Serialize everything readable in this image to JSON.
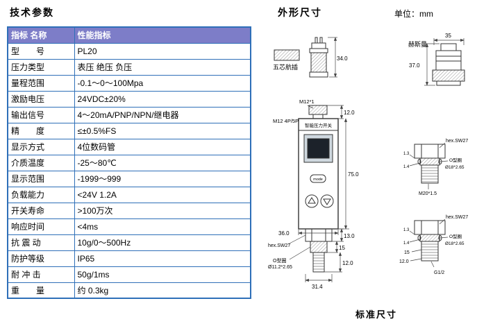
{
  "page": {
    "left_heading": "技术参数",
    "right_heading": "外形尺寸",
    "unit_label": "单位：mm",
    "caption": "标准尺寸"
  },
  "table": {
    "header": {
      "col1": "指标 名称",
      "col2": "性能指标"
    },
    "rows": [
      {
        "label": "型　　号",
        "value": "PL20"
      },
      {
        "label": "压力类型",
        "value": "表压   绝压  负压"
      },
      {
        "label": "量程范围",
        "value": "-0.1～0～100Mpa"
      },
      {
        "label": "激励电压",
        "value": "24VDC±20%"
      },
      {
        "label": "输出信号",
        "value": "4～20mA/PNP/NPN/继电器"
      },
      {
        "label": "精　　度",
        "value": "≤±0.5%FS"
      },
      {
        "label": "显示方式",
        "value": "4位数码管"
      },
      {
        "label": "介质温度",
        "value": "-25～80℃"
      },
      {
        "label": "显示范围",
        "value": "-1999～999"
      },
      {
        "label": "负载能力",
        "value": "<24V 1.2A"
      },
      {
        "label": "开关寿命",
        "value": ">100万次"
      },
      {
        "label": "响应时间",
        "value": "<4ms"
      },
      {
        "label": "抗 震 动",
        "value": "10g/0～500Hz"
      },
      {
        "label": "防护等级",
        "value": "IP65"
      },
      {
        "label": "耐 冲 击",
        "value": "50g/1ms"
      },
      {
        "label": "重　　量",
        "value": "约 0.3kg"
      }
    ]
  },
  "drawings": {
    "plug": {
      "label": "五芯航插",
      "dim_height": "34.0"
    },
    "hirschmann": {
      "label": "赫斯曼",
      "dim_width": "35",
      "dim_height": "37.0"
    },
    "device": {
      "thread_top_label": "M12*1",
      "connector_label": "M12 4P/5P",
      "dim_connector_height": "12.0",
      "display_title": "智能压力开关",
      "mode_button": "mode",
      "dim_body_height": "75.0",
      "dim_body_width": "36.0",
      "hex_label": "hex.SW27",
      "dim_hex_height": "13.0",
      "oring_label": "O型圈",
      "oring_size": "Ø11.2*2.65",
      "dim_port_height": "15",
      "dim_thread_length": "12.0",
      "dim_hex_width": "31.4"
    },
    "fitting_m20": {
      "hex_label": "hex.SW27",
      "dim_groove1": "1.3",
      "dim_groove2": "1.4",
      "oring_label": "O型圈",
      "oring_size": "Ø18*2.65",
      "thread_label": "M20*1.5"
    },
    "fitting_g12": {
      "hex_label": "hex.SW27",
      "dim_groove1": "1.3",
      "dim_groove2": "1.4",
      "dim_port_height": "15",
      "dim_thread_length": "12.0",
      "oring_label": "O型圈",
      "oring_size": "Ø18*2.65",
      "thread_label": "G1/2"
    }
  }
}
